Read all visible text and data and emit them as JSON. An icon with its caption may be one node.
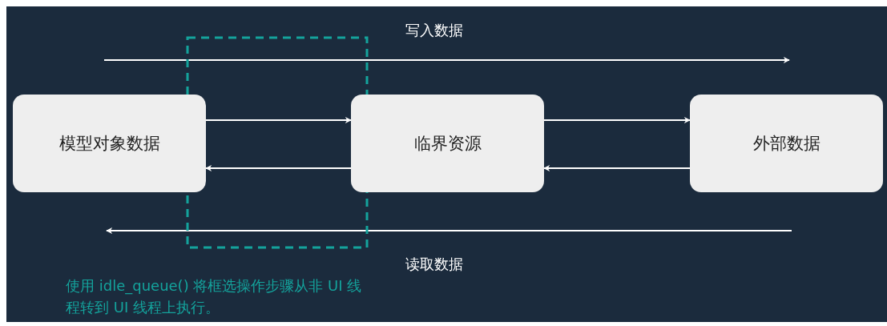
{
  "diagram": {
    "nodes": [
      {
        "text": [
          "模型对象数据"
        ]
      },
      {
        "text": [
          "临界资源"
        ]
      },
      {
        "text": [
          "外部数据"
        ]
      }
    ],
    "edges": [
      {
        "from": 0,
        "to": 1,
        "arrow": "to"
      },
      {
        "from": 1,
        "to": 0,
        "arrow": "to"
      },
      {
        "from": 1,
        "to": 2,
        "arrow": "to"
      },
      {
        "from": 2,
        "to": 1,
        "arrow": "to"
      }
    ],
    "labels": [
      "写入数据",
      "读取数据",
      "使用 idle_queue() 将框选操作步骤从非 UI 线程转到 UI 线程上执行。"
    ]
  }
}
